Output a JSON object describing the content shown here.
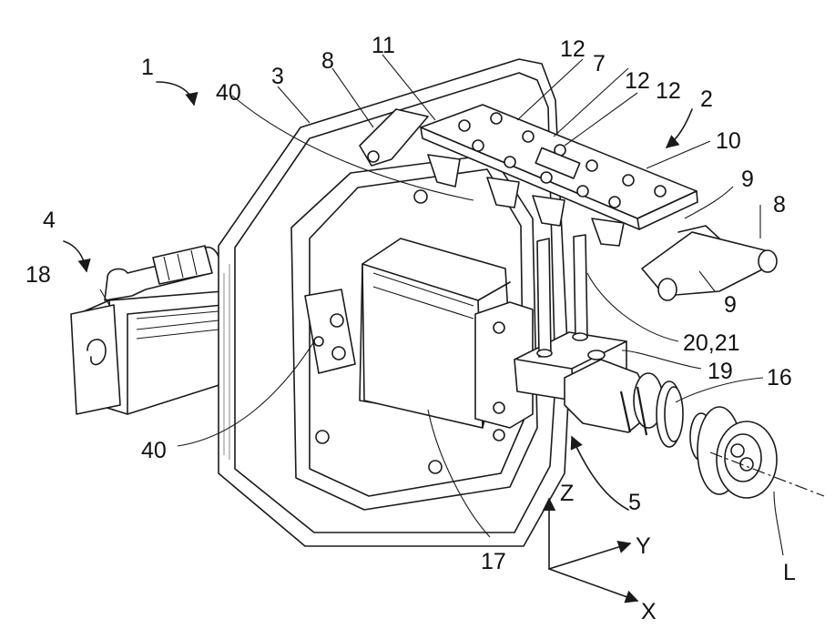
{
  "figure": {
    "labels": {
      "n1": "1",
      "n2": "2",
      "n3": "3",
      "n4": "4",
      "n5": "5",
      "n7": "7",
      "n8_left": "8",
      "n8_right": "8",
      "n9_top": "9",
      "n9_bottom": "9",
      "n10": "10",
      "n11": "11",
      "n12_a": "12",
      "n12_b": "12",
      "n12_c": "12",
      "n16": "16",
      "n17": "17",
      "n18": "18",
      "n19": "19",
      "n20_21": "20,21",
      "n40_top": "40",
      "n40_bottom": "40",
      "axisL": "L"
    },
    "axes": {
      "x": "X",
      "y": "Y",
      "z": "Z"
    }
  }
}
